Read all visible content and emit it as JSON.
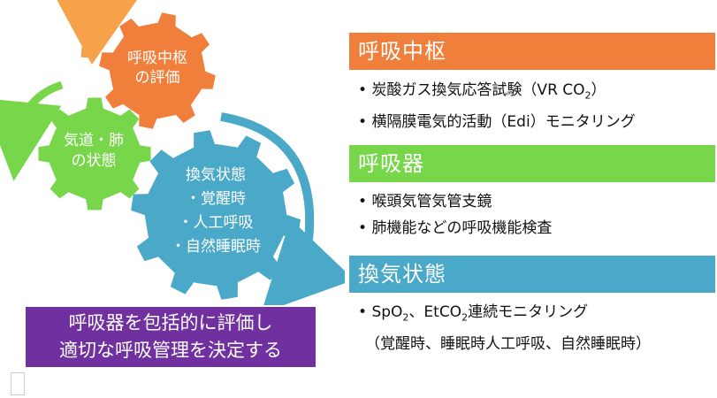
{
  "gears": {
    "respiratory_center": {
      "lines": [
        "呼吸中枢",
        "の評価"
      ],
      "color": "#f07f3c"
    },
    "airway_lung": {
      "lines": [
        "気道・肺",
        "の状態"
      ],
      "color": "#78d64b"
    },
    "ventilation": {
      "lines": [
        "換気状態",
        "・覚醒時",
        "・人工呼吸",
        "・自然睡眠時"
      ],
      "color": "#4aa8c8"
    }
  },
  "sections": {
    "respiratory_center": {
      "title": "呼吸中枢",
      "color": "#f07f3c",
      "items": [
        {
          "main": "炭酸ガス換気応答試験（VR CO",
          "sub": "2",
          "tail": "）"
        },
        {
          "main": "横隔膜電気的活動（Edi）モニタリング",
          "sub": "",
          "tail": ""
        }
      ]
    },
    "respiratory_organ": {
      "title": "呼吸器",
      "color": "#78d64b",
      "items": [
        {
          "main": " 喉頭気管気管支鏡",
          "sub": "",
          "tail": ""
        },
        {
          "main": " 肺機能などの呼吸機能検査",
          "sub": "",
          "tail": ""
        }
      ]
    },
    "ventilation": {
      "title": "換気状態",
      "color": "#4aa8c8",
      "item_line1_a": "SpO",
      "item_line1_sub1": "2",
      "item_line1_b": "、EtCO",
      "item_line1_sub2": "2",
      "item_line1_c": "連続モニタリング",
      "item_line2": "（覚醒時、睡眠時人工呼吸、自然睡眠時）"
    }
  },
  "conclusion": {
    "line1": "呼吸器を包括的に評価し",
    "line2": "適切な呼吸管理を決定する",
    "color": "#7030a0"
  }
}
